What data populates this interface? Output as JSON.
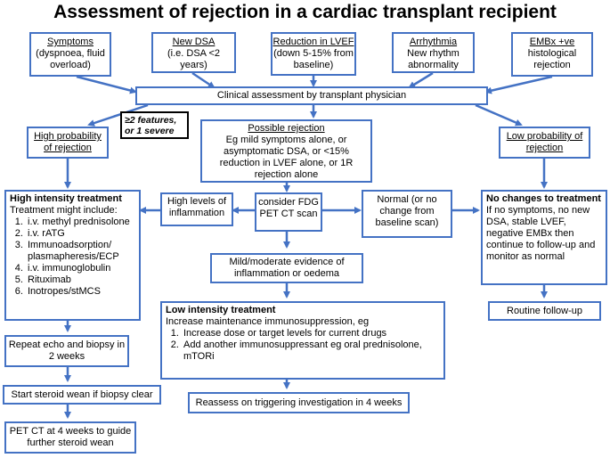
{
  "title": "Assessment of rejection in a cardiac transplant recipient",
  "triggers": [
    {
      "heading": "Symptoms",
      "text": "(dyspnoea, fluid overload)"
    },
    {
      "heading": "New DSA",
      "text": "(i.e. DSA <2 years)"
    },
    {
      "heading": "Reduction in LVEF",
      "text": "(down 5-15% from baseline)"
    },
    {
      "heading": "Arrhythmia",
      "text": "New rhythm abnormality"
    },
    {
      "heading": "EMBx +ve",
      "text": "histological rejection"
    }
  ],
  "clinical_assessment": "Clinical assessment by transplant physician",
  "criteria_callout": "≥2 features, or 1 severe",
  "high_probability": "High probability of rejection",
  "low_probability": "Low probability of rejection",
  "possible_rejection": {
    "heading": "Possible rejection",
    "text": "Eg mild symptoms alone, or asymptomatic DSA, or <15% reduction in LVEF alone, or 1R rejection alone"
  },
  "fdg_pet": "consider FDG PET CT scan",
  "high_inflammation": "High levels of inflammation",
  "normal_scan": "Normal (or no change from baseline scan)",
  "mild_evidence": "Mild/moderate evidence of inflammation or oedema",
  "high_intensity": {
    "heading": "High intensity treatment",
    "intro": "Treatment might include:",
    "items": [
      "i.v. methyl prednisolone",
      "i.v. rATG",
      "Immunoadsorption/ plasmapheresis/ECP",
      "i.v. immunoglobulin",
      "Rituximab",
      "Inotropes/stMCS"
    ]
  },
  "low_intensity": {
    "heading": "Low intensity treatment",
    "intro": "Increase maintenance immunosuppression, eg",
    "items": [
      "Increase dose or target levels for current drugs",
      "Add another immunosuppressant eg oral prednisolone, mTORi"
    ]
  },
  "no_changes": {
    "heading": "No changes to treatment",
    "text": "If no symptoms, no new DSA, stable LVEF, negative EMBx then continue to follow-up and monitor as normal"
  },
  "routine_followup": "Routine follow-up",
  "repeat_echo": "Repeat echo and biopsy in 2 weeks",
  "steroid_wean": "Start steroid wean if biopsy clear",
  "pet_4_weeks": "PET CT at 4 weeks to guide further steroid wean",
  "reassess": "Reassess on triggering investigation in 4 weeks",
  "colors": {
    "box_border": "#4472c4",
    "arrow": "#4472c4",
    "callout_border": "#000000"
  }
}
